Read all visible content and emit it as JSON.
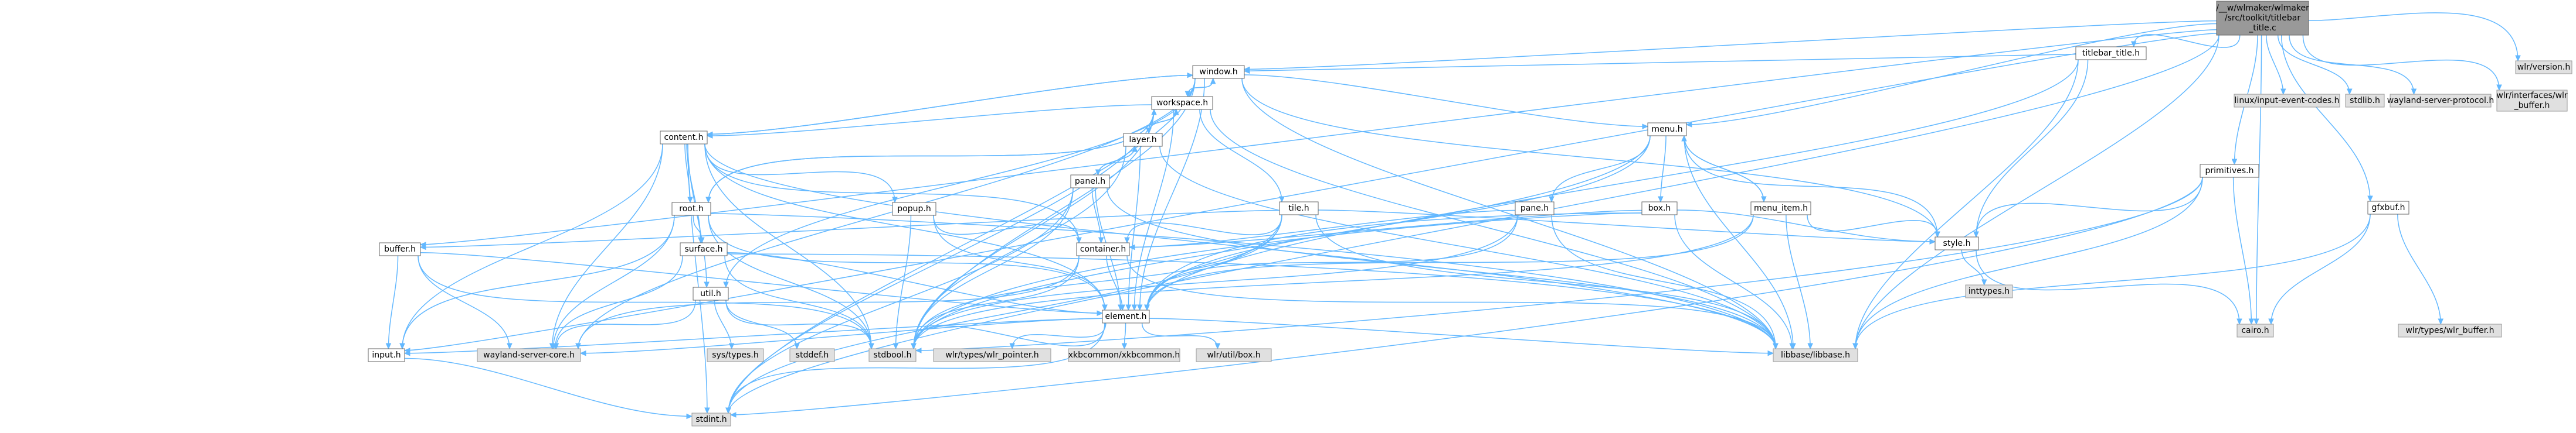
{
  "colors": {
    "edge": "#63b8ff",
    "root_fill": "#999999",
    "file_fill": "#ffffff",
    "external_fill": "#e0e0e0"
  },
  "nodes": [
    {
      "id": "root",
      "kind": "root",
      "lines": [
        "/__w/wlmaker/wlmaker",
        "/src/toolkit/titlebar",
        "_title.c"
      ]
    },
    {
      "id": "titlebar_title",
      "kind": "file",
      "lines": [
        "titlebar_title.h"
      ]
    },
    {
      "id": "linux_input",
      "kind": "ext",
      "lines": [
        "linux/input-event-codes.h"
      ]
    },
    {
      "id": "stdlib",
      "kind": "ext",
      "lines": [
        "stdlib.h"
      ]
    },
    {
      "id": "wl_server_protocol",
      "kind": "ext",
      "lines": [
        "wayland-server-protocol.h"
      ]
    },
    {
      "id": "wlr_if_buffer",
      "kind": "ext",
      "lines": [
        "wlr/interfaces/wlr",
        "_buffer.h"
      ]
    },
    {
      "id": "wlr_version",
      "kind": "ext",
      "lines": [
        "wlr/version.h"
      ]
    },
    {
      "id": "window",
      "kind": "file",
      "lines": [
        "window.h"
      ]
    },
    {
      "id": "workspace",
      "kind": "file",
      "lines": [
        "workspace.h"
      ]
    },
    {
      "id": "menu",
      "kind": "file",
      "lines": [
        "menu.h"
      ]
    },
    {
      "id": "primitives",
      "kind": "file",
      "lines": [
        "primitives.h"
      ]
    },
    {
      "id": "gfxbuf",
      "kind": "file",
      "lines": [
        "gfxbuf.h"
      ]
    },
    {
      "id": "content",
      "kind": "file",
      "lines": [
        "content.h"
      ]
    },
    {
      "id": "layer",
      "kind": "file",
      "lines": [
        "layer.h"
      ]
    },
    {
      "id": "root_h",
      "kind": "file",
      "lines": [
        "root.h"
      ]
    },
    {
      "id": "popup",
      "kind": "file",
      "lines": [
        "popup.h"
      ]
    },
    {
      "id": "panel",
      "kind": "file",
      "lines": [
        "panel.h"
      ]
    },
    {
      "id": "tile",
      "kind": "file",
      "lines": [
        "tile.h"
      ]
    },
    {
      "id": "pane",
      "kind": "file",
      "lines": [
        "pane.h"
      ]
    },
    {
      "id": "box",
      "kind": "file",
      "lines": [
        "box.h"
      ]
    },
    {
      "id": "menu_item",
      "kind": "file",
      "lines": [
        "menu_item.h"
      ]
    },
    {
      "id": "buffer",
      "kind": "file",
      "lines": [
        "buffer.h"
      ]
    },
    {
      "id": "surface",
      "kind": "file",
      "lines": [
        "surface.h"
      ]
    },
    {
      "id": "container",
      "kind": "file",
      "lines": [
        "container.h"
      ]
    },
    {
      "id": "style",
      "kind": "file",
      "lines": [
        "style.h"
      ]
    },
    {
      "id": "util",
      "kind": "file",
      "lines": [
        "util.h"
      ]
    },
    {
      "id": "element",
      "kind": "file",
      "lines": [
        "element.h"
      ]
    },
    {
      "id": "cairo",
      "kind": "ext",
      "lines": [
        "cairo.h"
      ]
    },
    {
      "id": "wlr_types_buffer",
      "kind": "ext",
      "lines": [
        "wlr/types/wlr_buffer.h"
      ]
    },
    {
      "id": "inttypes",
      "kind": "ext",
      "lines": [
        "inttypes.h"
      ]
    },
    {
      "id": "input",
      "kind": "file",
      "lines": [
        "input.h"
      ]
    },
    {
      "id": "wl_server_core",
      "kind": "ext",
      "lines": [
        "wayland-server-core.h"
      ]
    },
    {
      "id": "sys_types",
      "kind": "ext",
      "lines": [
        "sys/types.h"
      ]
    },
    {
      "id": "stddef",
      "kind": "ext",
      "lines": [
        "stddef.h"
      ]
    },
    {
      "id": "stdbool",
      "kind": "ext",
      "lines": [
        "stdbool.h"
      ]
    },
    {
      "id": "wlr_pointer",
      "kind": "ext",
      "lines": [
        "wlr/types/wlr_pointer.h"
      ]
    },
    {
      "id": "xkbcommon",
      "kind": "ext",
      "lines": [
        "xkbcommon/xkbcommon.h"
      ]
    },
    {
      "id": "wlr_box",
      "kind": "ext",
      "lines": [
        "wlr/util/box.h"
      ]
    },
    {
      "id": "libbase",
      "kind": "ext",
      "lines": [
        "libbase/libbase.h"
      ]
    },
    {
      "id": "stdint",
      "kind": "ext",
      "lines": [
        "stdint.h"
      ]
    }
  ],
  "edges": [
    [
      "root",
      "titlebar_title"
    ],
    [
      "root",
      "linux_input"
    ],
    [
      "root",
      "stdlib"
    ],
    [
      "root",
      "wl_server_protocol"
    ],
    [
      "root",
      "wlr_if_buffer"
    ],
    [
      "root",
      "wlr_version"
    ],
    [
      "root",
      "window"
    ],
    [
      "root",
      "menu"
    ],
    [
      "root",
      "primitives"
    ],
    [
      "root",
      "gfxbuf"
    ],
    [
      "root",
      "buffer"
    ],
    [
      "root",
      "input"
    ],
    [
      "root",
      "cairo"
    ],
    [
      "root",
      "libbase"
    ],
    [
      "root",
      "stdint"
    ],
    [
      "titlebar_title",
      "window"
    ],
    [
      "titlebar_title",
      "style"
    ],
    [
      "titlebar_title",
      "element"
    ],
    [
      "titlebar_title",
      "libbase"
    ],
    [
      "window",
      "workspace"
    ],
    [
      "window",
      "menu"
    ],
    [
      "window",
      "content"
    ],
    [
      "window",
      "style"
    ],
    [
      "window",
      "util"
    ],
    [
      "window",
      "element"
    ],
    [
      "window",
      "wl_server_core"
    ],
    [
      "window",
      "stdbool"
    ],
    [
      "window",
      "stdint"
    ],
    [
      "window",
      "libbase"
    ],
    [
      "workspace",
      "window"
    ],
    [
      "workspace",
      "layer"
    ],
    [
      "workspace",
      "tile"
    ],
    [
      "workspace",
      "content"
    ],
    [
      "workspace",
      "root_h"
    ],
    [
      "workspace",
      "element"
    ],
    [
      "workspace",
      "stdbool"
    ],
    [
      "workspace",
      "libbase"
    ],
    [
      "workspace",
      "stdint"
    ],
    [
      "menu",
      "pane"
    ],
    [
      "menu",
      "box"
    ],
    [
      "menu",
      "menu_item"
    ],
    [
      "menu",
      "style"
    ],
    [
      "menu",
      "element"
    ],
    [
      "menu",
      "stdbool"
    ],
    [
      "menu",
      "libbase"
    ],
    [
      "menu_item",
      "menu"
    ],
    [
      "menu_item",
      "style"
    ],
    [
      "menu_item",
      "element"
    ],
    [
      "menu_item",
      "stdbool"
    ],
    [
      "menu_item",
      "libbase"
    ],
    [
      "content",
      "window"
    ],
    [
      "content",
      "popup"
    ],
    [
      "content",
      "root_h"
    ],
    [
      "content",
      "surface"
    ],
    [
      "content",
      "container"
    ],
    [
      "content",
      "element"
    ],
    [
      "content",
      "util"
    ],
    [
      "content",
      "wl_server_core"
    ],
    [
      "content",
      "stdbool"
    ],
    [
      "content",
      "libbase"
    ],
    [
      "content",
      "stdint"
    ],
    [
      "content",
      "input"
    ],
    [
      "layer",
      "workspace"
    ],
    [
      "layer",
      "panel"
    ],
    [
      "layer",
      "stdbool"
    ],
    [
      "layer",
      "libbase"
    ],
    [
      "layer",
      "element"
    ],
    [
      "root_h",
      "workspace"
    ],
    [
      "root_h",
      "surface"
    ],
    [
      "root_h",
      "input"
    ],
    [
      "root_h",
      "element"
    ],
    [
      "root_h",
      "wl_server_core"
    ],
    [
      "root_h",
      "stdbool"
    ],
    [
      "root_h",
      "libbase"
    ],
    [
      "popup",
      "container"
    ],
    [
      "popup",
      "element"
    ],
    [
      "popup",
      "stdbool"
    ],
    [
      "panel",
      "layer"
    ],
    [
      "panel",
      "container"
    ],
    [
      "panel",
      "element"
    ],
    [
      "panel",
      "stdbool"
    ],
    [
      "panel",
      "stdint"
    ],
    [
      "panel",
      "libbase"
    ],
    [
      "tile",
      "container"
    ],
    [
      "tile",
      "buffer"
    ],
    [
      "tile",
      "style"
    ],
    [
      "tile",
      "element"
    ],
    [
      "tile",
      "stdbool"
    ],
    [
      "tile",
      "libbase"
    ],
    [
      "tile",
      "stdint"
    ],
    [
      "pane",
      "container"
    ],
    [
      "pane",
      "element"
    ],
    [
      "pane",
      "stdbool"
    ],
    [
      "pane",
      "libbase"
    ],
    [
      "box",
      "container"
    ],
    [
      "box",
      "element"
    ],
    [
      "box",
      "style"
    ],
    [
      "box",
      "stdbool"
    ],
    [
      "box",
      "libbase"
    ],
    [
      "buffer",
      "element"
    ],
    [
      "buffer",
      "input"
    ],
    [
      "buffer",
      "wl_server_core"
    ],
    [
      "buffer",
      "stdbool"
    ],
    [
      "surface",
      "element"
    ],
    [
      "surface",
      "wl_server_core"
    ],
    [
      "surface",
      "stdbool"
    ],
    [
      "surface",
      "libbase"
    ],
    [
      "container",
      "element"
    ],
    [
      "container",
      "wl_server_core"
    ],
    [
      "container",
      "stdbool"
    ],
    [
      "container",
      "libbase"
    ],
    [
      "style",
      "cairo"
    ],
    [
      "style",
      "inttypes"
    ],
    [
      "util",
      "wl_server_core"
    ],
    [
      "util",
      "sys_types"
    ],
    [
      "util",
      "stdbool"
    ],
    [
      "util",
      "stddef"
    ],
    [
      "element",
      "input"
    ],
    [
      "element",
      "stdbool"
    ],
    [
      "element",
      "wl_server_core"
    ],
    [
      "element",
      "wlr_pointer"
    ],
    [
      "element",
      "xkbcommon"
    ],
    [
      "element",
      "wlr_box"
    ],
    [
      "element",
      "libbase"
    ],
    [
      "element",
      "stdint"
    ],
    [
      "primitives",
      "style"
    ],
    [
      "primitives",
      "cairo"
    ],
    [
      "primitives",
      "stdbool"
    ],
    [
      "primitives",
      "libbase"
    ],
    [
      "primitives",
      "stdint"
    ],
    [
      "gfxbuf",
      "cairo"
    ],
    [
      "gfxbuf",
      "wlr_types_buffer"
    ],
    [
      "gfxbuf",
      "libbase"
    ],
    [
      "input",
      "stdint"
    ]
  ]
}
